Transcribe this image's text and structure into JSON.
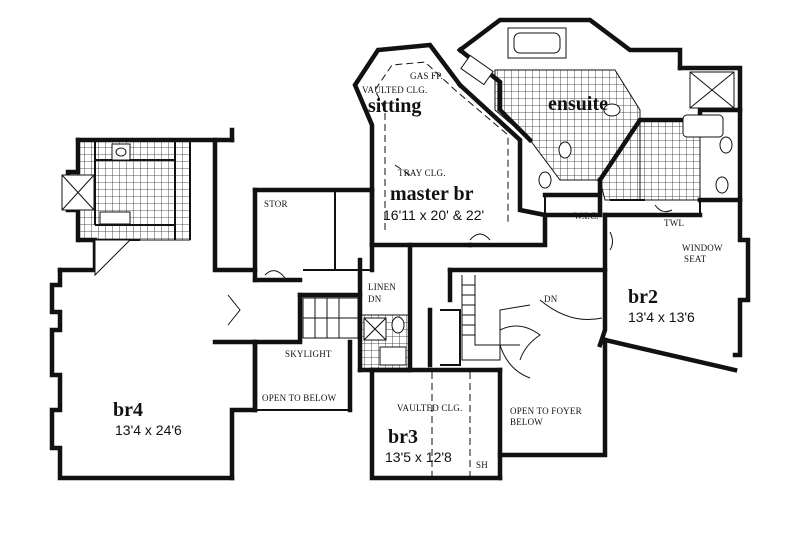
{
  "rooms": {
    "sitting": {
      "name": "sitting"
    },
    "ensuite": {
      "name": "ensuite"
    },
    "master": {
      "name": "master br",
      "dims": "16'11 x 20' & 22'"
    },
    "br2": {
      "name": "br2",
      "dims": "13'4 x 13'6"
    },
    "br3": {
      "name": "br3",
      "dims": "13'5 x 12'8"
    },
    "br4": {
      "name": "br4",
      "dims": "13'4 x 24'6"
    }
  },
  "notes": {
    "gas_fp": "GAS FP.",
    "vaulted_clg_sitting": "VAULTED CLG.",
    "tray_clg": "TRAY CLG.",
    "wic": "W.I.C.",
    "twl": "TWL",
    "window_seat_1": "WINDOW",
    "window_seat_2": "SEAT",
    "stor": "STOR",
    "linen": "LINEN",
    "dn_left": "DN",
    "dn_right": "DN",
    "skylight": "SKYLIGHT",
    "open_to_below": "OPEN TO BELOW",
    "vaulted_clg_br3": "VAULTED CLG.",
    "open_to_foyer_1": "OPEN TO FOYER",
    "open_to_foyer_2": "BELOW",
    "sh": "SH"
  }
}
